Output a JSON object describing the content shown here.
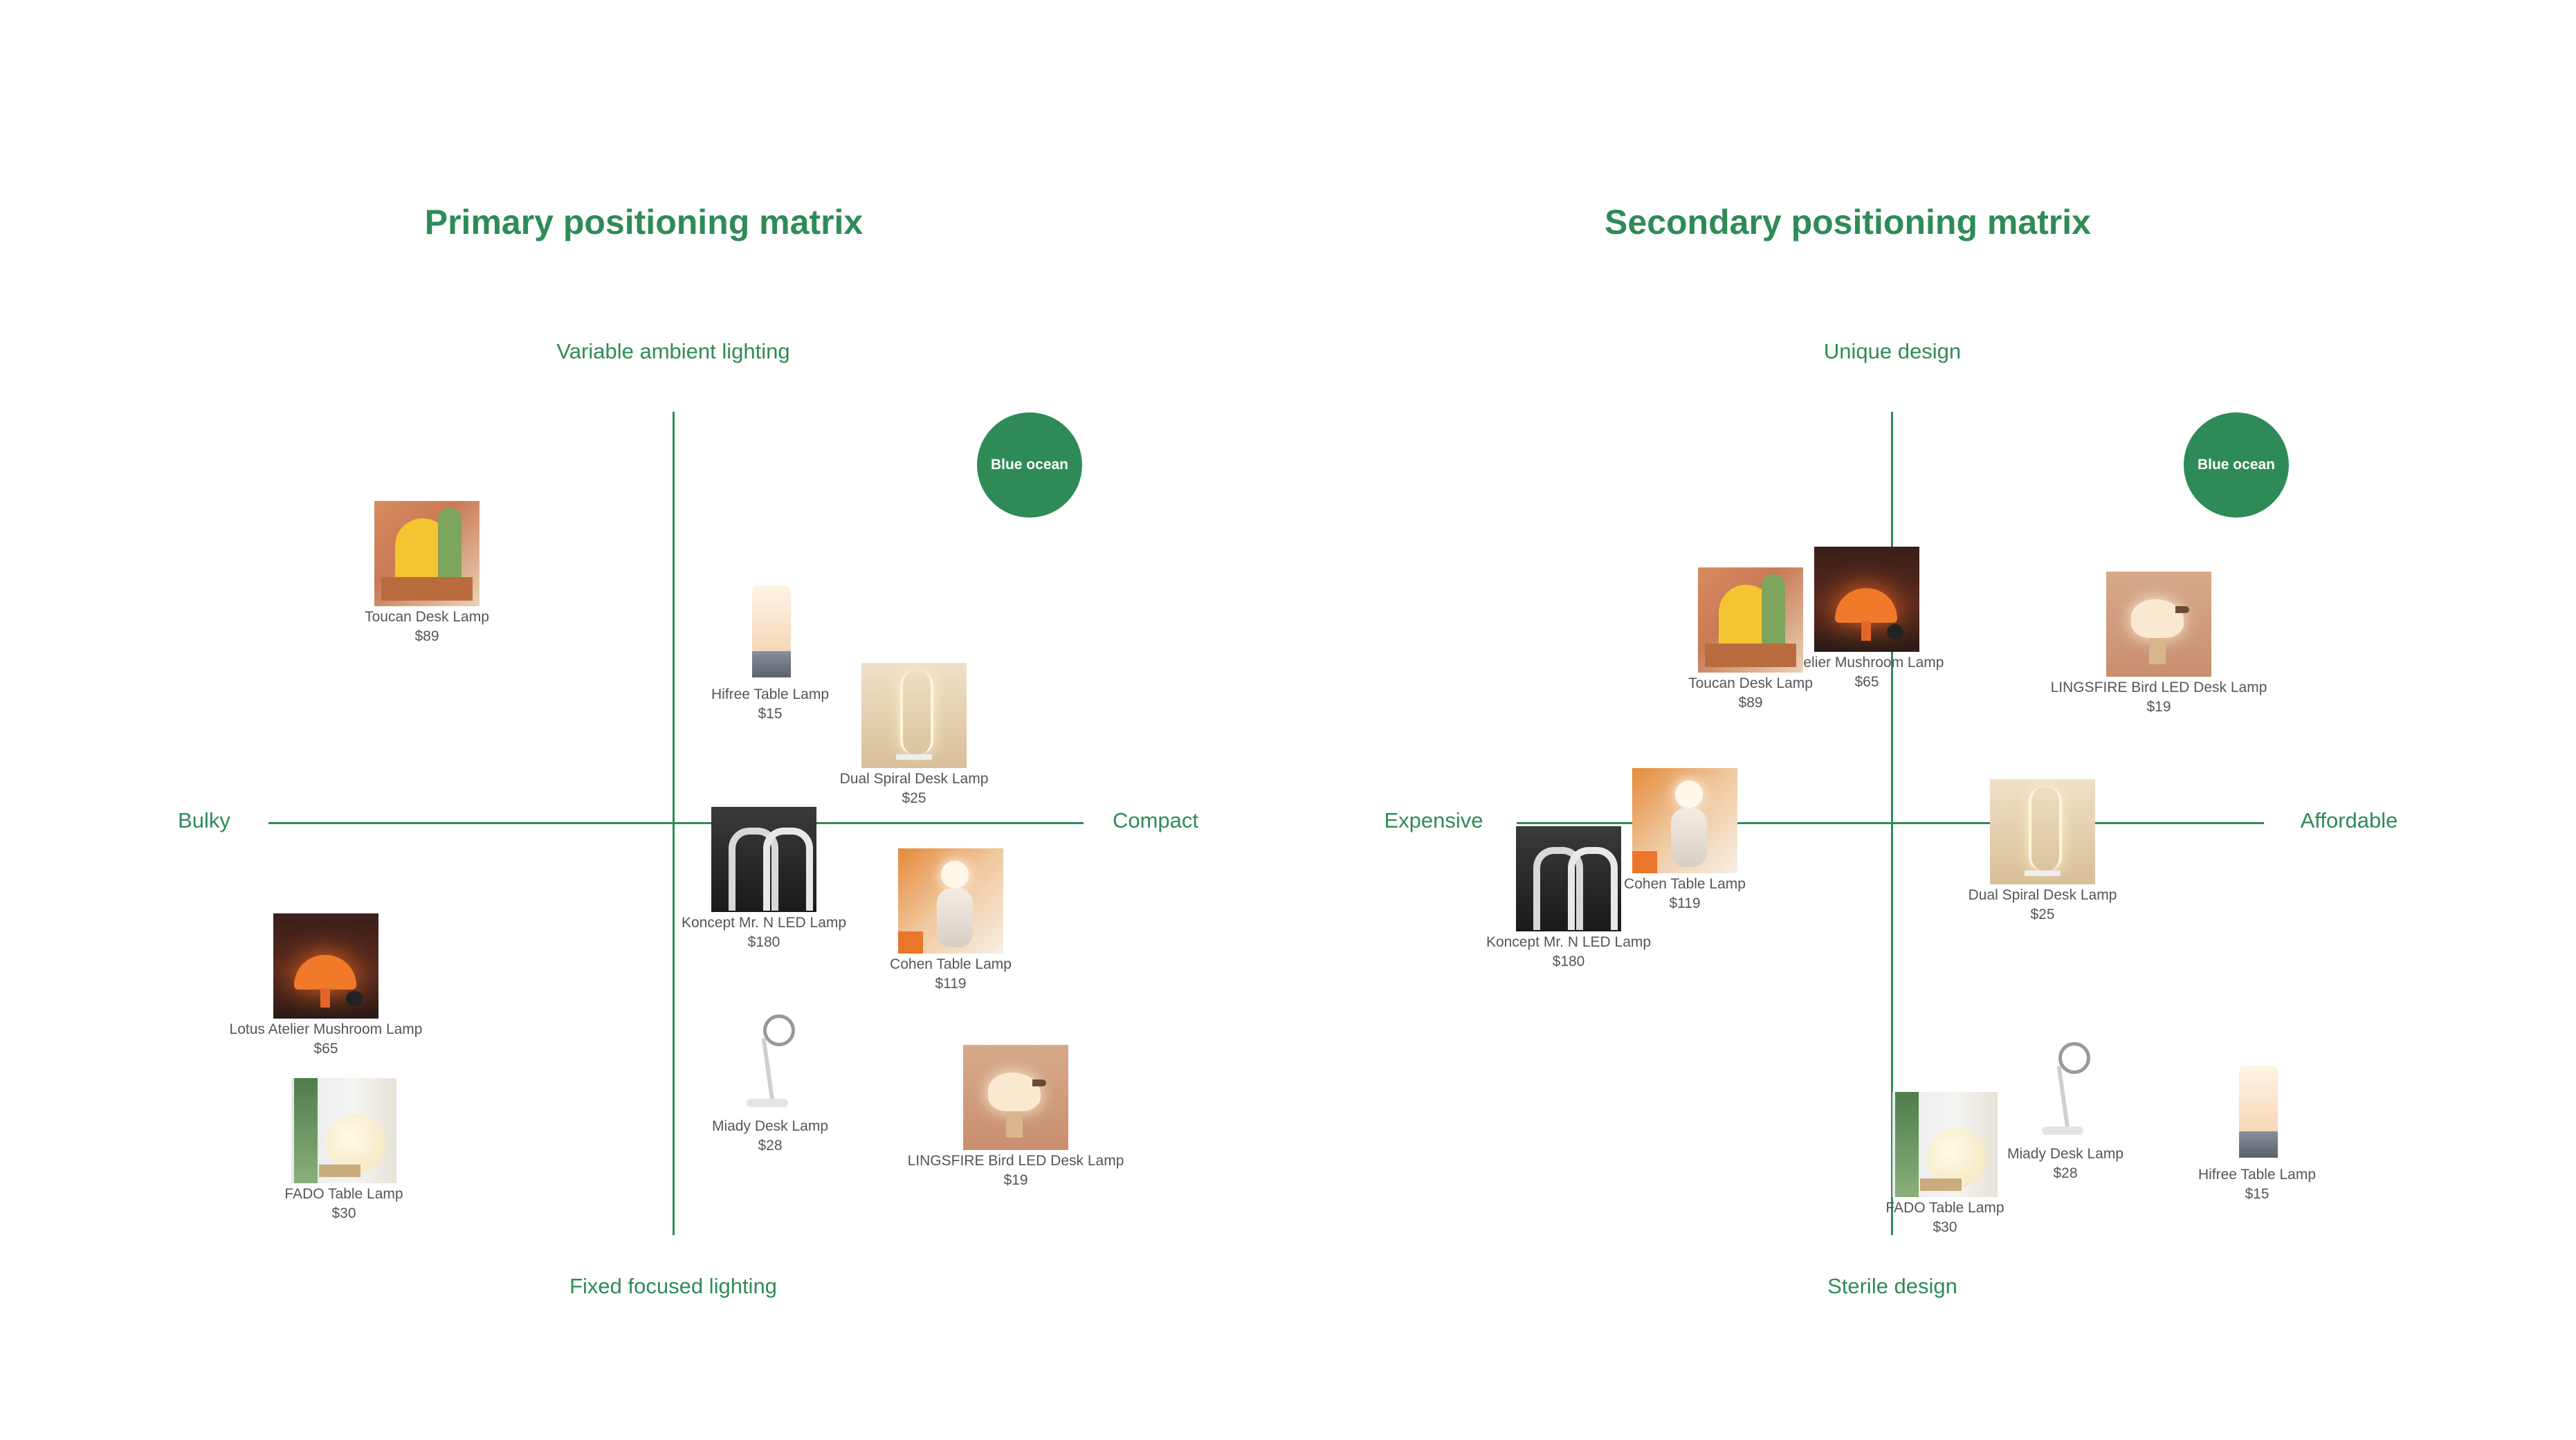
{
  "left": {
    "title": "Primary positioning matrix",
    "axes": {
      "top": "Variable ambient lighting",
      "bottom": "Fixed focused lighting",
      "left": "Bulky",
      "right": "Compact"
    },
    "badge": "Blue ocean",
    "products": [
      {
        "name": "Toucan Desk Lamp",
        "price": "$89",
        "icon": "toucan-lamp-image"
      },
      {
        "name": "Hifree Table Lamp",
        "price": "$15",
        "icon": "hifree-lamp-image"
      },
      {
        "name": "Dual Spiral Desk Lamp",
        "price": "$25",
        "icon": "spiral-lamp-image"
      },
      {
        "name": "Koncept Mr. N LED Lamp",
        "price": "$180",
        "icon": "koncept-lamp-image"
      },
      {
        "name": "Cohen Table Lamp",
        "price": "$119",
        "icon": "cohen-lamp-image"
      },
      {
        "name": "Lotus Atelier Mushroom Lamp",
        "price": "$65",
        "icon": "mushroom-lamp-image"
      },
      {
        "name": "FADO Table Lamp",
        "price": "$30",
        "icon": "fado-lamp-image"
      },
      {
        "name": "Miady Desk Lamp",
        "price": "$28",
        "icon": "miady-lamp-image"
      },
      {
        "name": "LINGSFIRE Bird LED Desk Lamp",
        "price": "$19",
        "icon": "bird-lamp-image"
      }
    ]
  },
  "right": {
    "title": "Secondary positioning matrix",
    "axes": {
      "top": "Unique design",
      "bottom": "Sterile design",
      "left": "Expensive",
      "right": "Affordable"
    },
    "badge": "Blue ocean",
    "products": [
      {
        "name": "Atelier Mushroom Lamp",
        "price": "$65",
        "icon": "mushroom-lamp-image"
      },
      {
        "name": "Toucan Desk Lamp",
        "price": "$89",
        "icon": "toucan-lamp-image"
      },
      {
        "name": "LINGSFIRE Bird LED Desk Lamp",
        "price": "$19",
        "icon": "bird-lamp-image"
      },
      {
        "name": "Cohen Table Lamp",
        "price": "$119",
        "icon": "cohen-lamp-image"
      },
      {
        "name": "Koncept Mr. N LED Lamp",
        "price": "$180",
        "icon": "koncept-lamp-image"
      },
      {
        "name": "Dual Spiral Desk Lamp",
        "price": "$25",
        "icon": "spiral-lamp-image"
      },
      {
        "name": "FADO Table Lamp",
        "price": "$30",
        "icon": "fado-lamp-image"
      },
      {
        "name": "Miady Desk Lamp",
        "price": "$28",
        "icon": "miady-lamp-image"
      },
      {
        "name": "Hifree Table Lamp",
        "price": "$15",
        "icon": "hifree-lamp-image"
      }
    ]
  },
  "colors": {
    "accent": "#2e8b57",
    "background": "#ffffff",
    "text": "#555555"
  }
}
